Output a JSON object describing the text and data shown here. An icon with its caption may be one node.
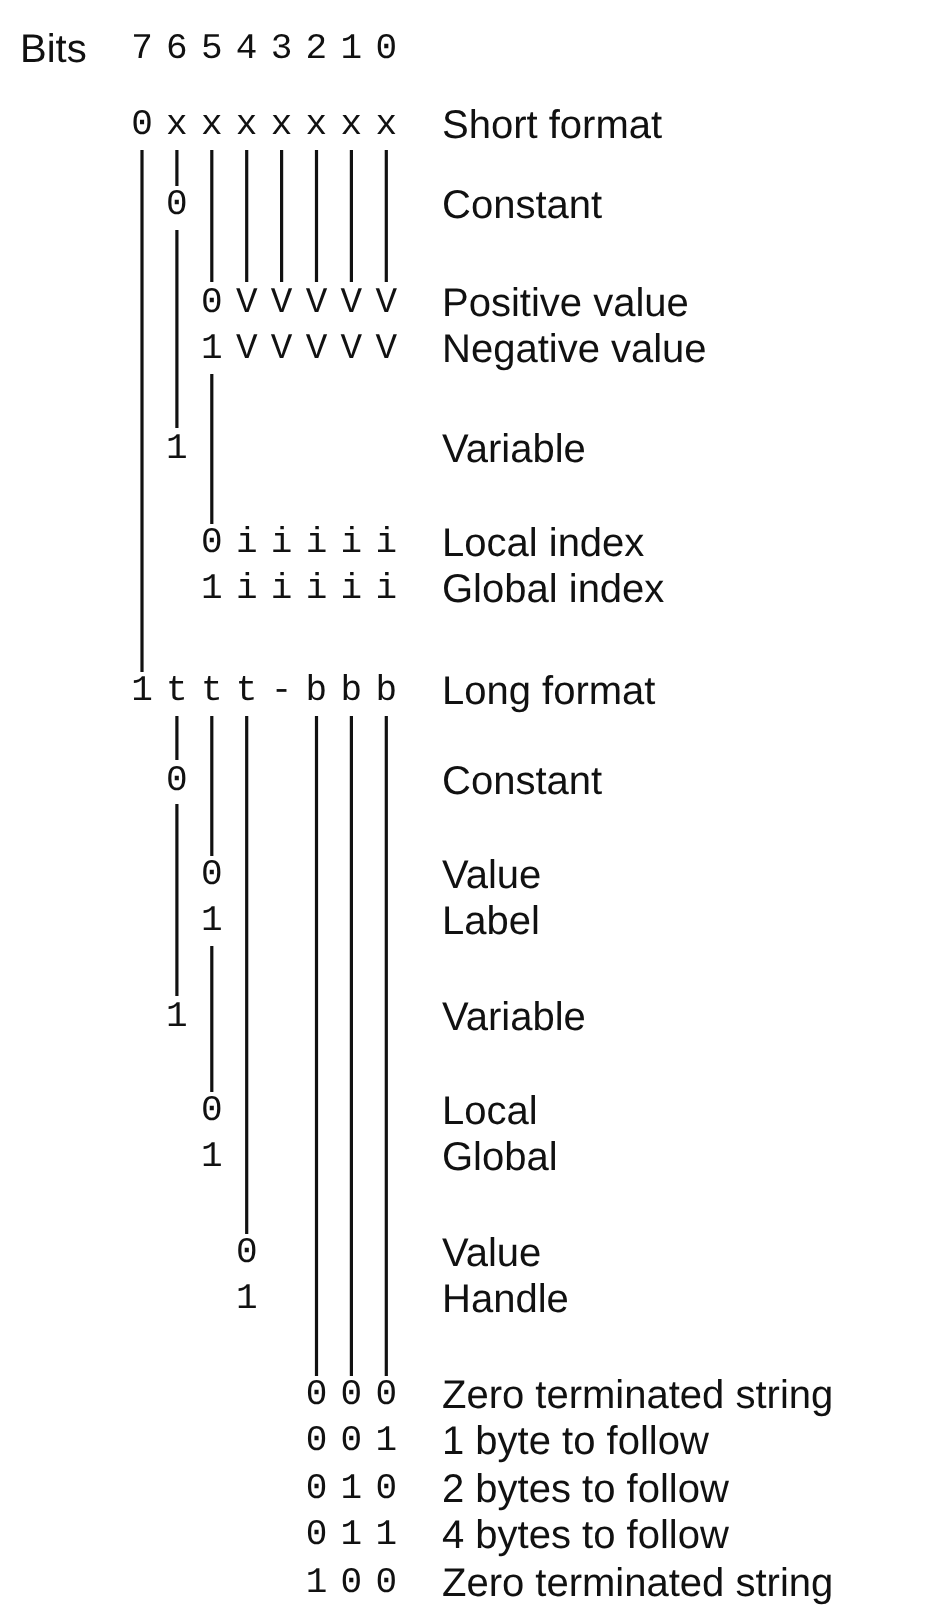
{
  "diagram": {
    "labels": [
      "Bits",
      "7 6 5 4 3 2 1 0",
      "0 x x x x x x x",
      "Short format",
      "0",
      "Constant",
      "0 V V V V V",
      "Positive value",
      "1 V V V V V",
      "Negative value",
      "1",
      "Variable",
      "0 i i i i i",
      "Local index",
      "1 i i i i i",
      "Global index",
      "1 t t t - b b b",
      "Long format",
      "0",
      "Constant",
      "0",
      "Value",
      "1",
      "Label",
      "1",
      "Variable",
      "0",
      "Local",
      "1",
      "Global",
      "0",
      "Value",
      "1",
      "Handle",
      "0 0 0",
      "Zero terminated string",
      "0 0 1",
      "1 byte to follow",
      "0 1 0",
      "2 bytes to follow",
      "0 1 1",
      "4 bytes to follow",
      "1 0 0",
      "Zero terminated string"
    ]
  }
}
